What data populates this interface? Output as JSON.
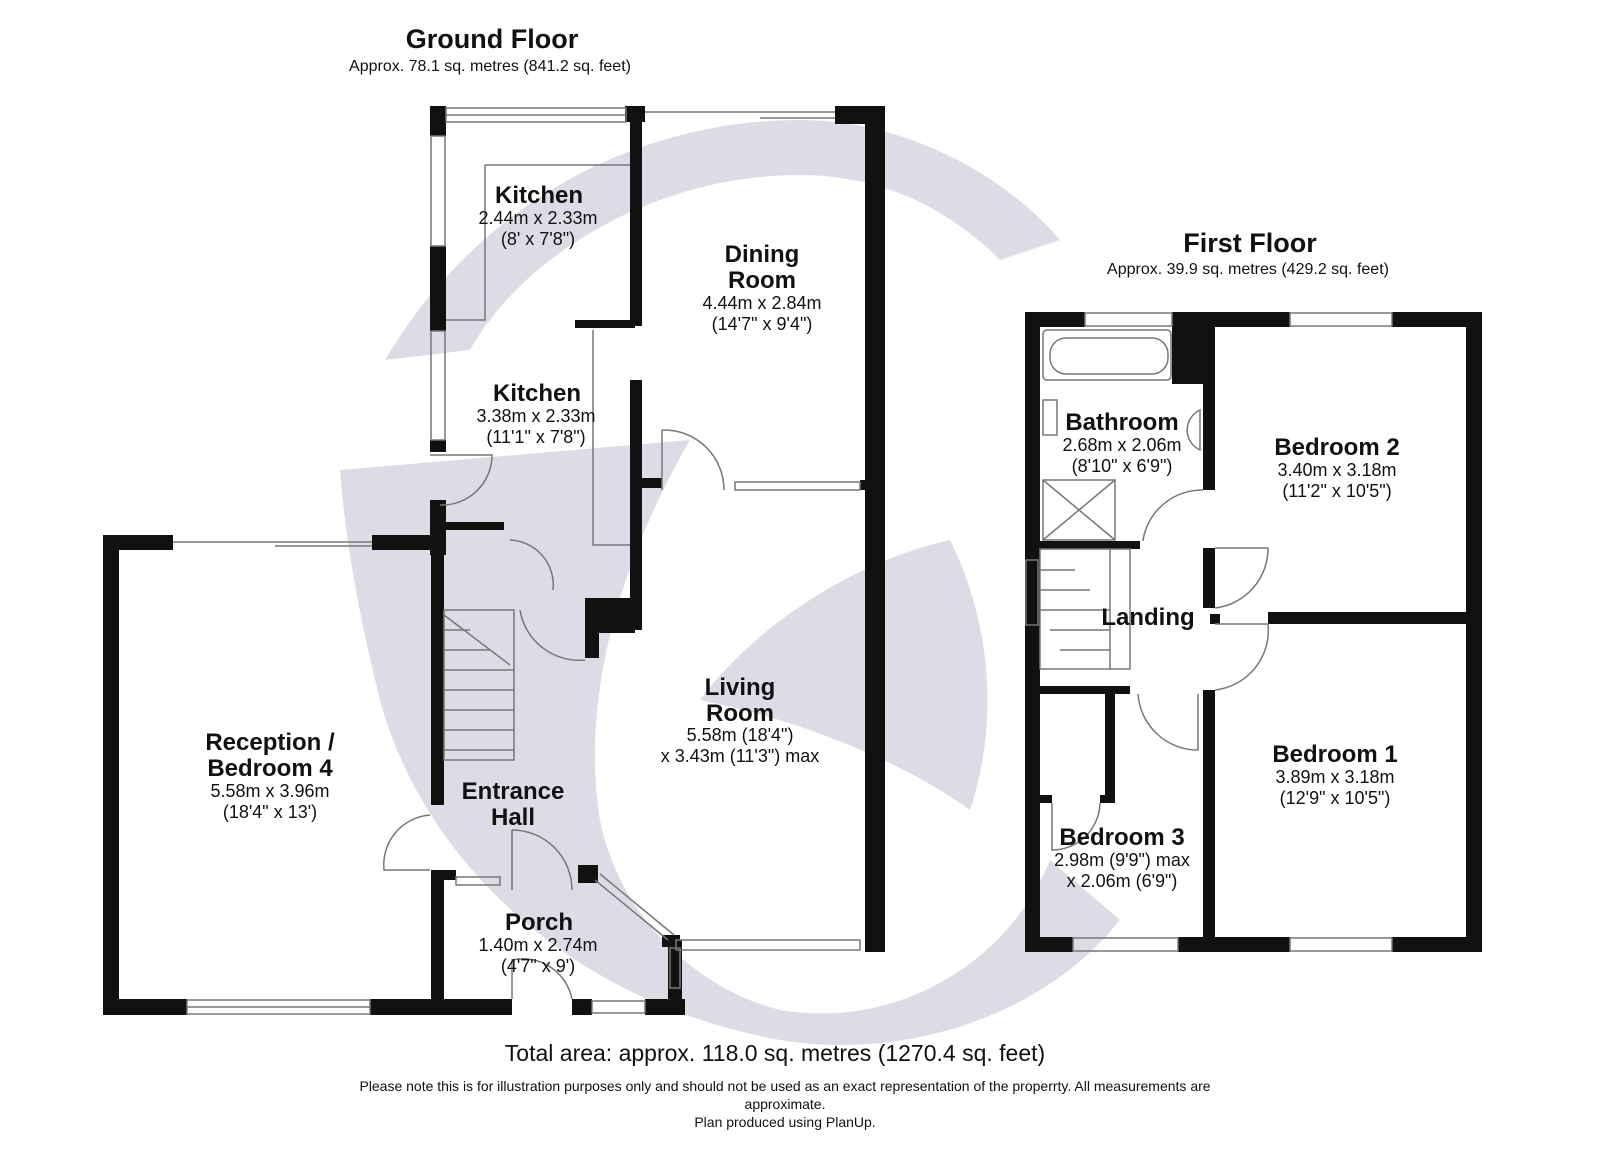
{
  "ground_floor": {
    "title": "Ground Floor",
    "area": "Approx. 78.1 sq. metres (841.2 sq. feet)",
    "rooms": {
      "kitchen_upper": {
        "name": "Kitchen",
        "dim_metric": "2.44m x 2.33m",
        "dim_imperial": "(8' x 7'8\")"
      },
      "kitchen_lower": {
        "name": "Kitchen",
        "dim_metric": "3.38m x 2.33m",
        "dim_imperial": "(11'1\" x 7'8\")"
      },
      "dining": {
        "name_line1": "Dining",
        "name_line2": "Room",
        "dim_metric": "4.44m x 2.84m",
        "dim_imperial": "(14'7\" x 9'4\")"
      },
      "living": {
        "name_line1": "Living",
        "name_line2": "Room",
        "dim_line1": "5.58m (18'4\")",
        "dim_line2": "x 3.43m (11'3\") max"
      },
      "reception": {
        "name_line1": "Reception /",
        "name_line2": "Bedroom 4",
        "dim_metric": "5.58m x 3.96m",
        "dim_imperial": "(18'4\" x 13')"
      },
      "entrance_hall": {
        "name_line1": "Entrance",
        "name_line2": "Hall"
      },
      "porch": {
        "name": "Porch",
        "dim_metric": "1.40m x 2.74m",
        "dim_imperial": "(4'7\" x 9')"
      }
    }
  },
  "first_floor": {
    "title": "First Floor",
    "area": "Approx. 39.9 sq. metres (429.2 sq. feet)",
    "rooms": {
      "bathroom": {
        "name": "Bathroom",
        "dim_metric": "2.68m x 2.06m",
        "dim_imperial": "(8'10\" x 6'9\")"
      },
      "bedroom2": {
        "name": "Bedroom 2",
        "dim_metric": "3.40m x 3.18m",
        "dim_imperial": "(11'2\" x 10'5\")"
      },
      "landing": {
        "name": "Landing"
      },
      "bedroom1": {
        "name": "Bedroom 1",
        "dim_metric": "3.89m x 3.18m",
        "dim_imperial": "(12'9\" x 10'5\")"
      },
      "bedroom3": {
        "name": "Bedroom 3",
        "dim_line1": "2.98m (9'9\") max",
        "dim_line2": "x 2.06m (6'9\")"
      }
    }
  },
  "total_area": "Total area: approx. 118.0 sq. metres (1270.4 sq. feet)",
  "disclaimer_line1": "Please note this is for illustration purposes only and should not be used as an exact representation of the properrty. All measurements are",
  "disclaimer_line2": "approximate.",
  "credit": "Plan produced using PlanUp.",
  "colors": {
    "wall": "#111111",
    "watermark": "#dcdce6",
    "window": "#777777"
  }
}
